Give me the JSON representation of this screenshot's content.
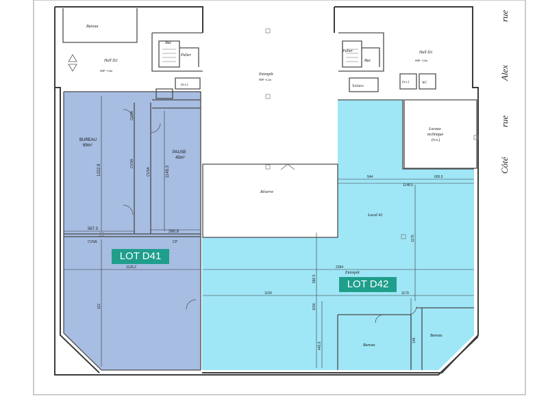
{
  "colors": {
    "lot_d41_fill": "#a7bde2",
    "lot_d42_fill": "#9fe6f7",
    "badge_fill": "#1f9e8c",
    "wall": "#3a3a3a"
  },
  "lots": {
    "d41": {
      "label": "LOT D41"
    },
    "d42": {
      "label": "LOT D42"
    }
  },
  "rooms": {
    "bureau_top": "Bureau",
    "bac_left": "Bac",
    "palier_left": "Palier",
    "hall_d2": "Hall D2",
    "hall_d2_sub": "HSP ~3.6m",
    "ns_left": "(n.s.)",
    "entrepot_top": "Entrepôt",
    "entrepot_top_sub": "HSP ~5.2m",
    "palier_right": "Palier",
    "bac_right": "Bac",
    "hall_d1": "Hall D1",
    "hall_d1_sub": "HSP ~3.6m",
    "toilettes": "Toilettes",
    "ns_right": "(n.s.)",
    "wc": "WC",
    "locaux_line1": "Locaux",
    "locaux_line2": "technique",
    "locaux_line3": "(n.s.)",
    "bureau_d41": "BUREAU",
    "bureau_d41_area": "69m²",
    "pause": "PAUSE",
    "pause_area": "45m²",
    "reserve": "Réserve",
    "local43": "Local 43",
    "entrepot_d42": "Entrepôt",
    "bureau_bottom_left": "Bureau",
    "bureau_bottom_right": "Bureau"
  },
  "dimensions": {
    "d_1222": "1222.8",
    "d_1149": "1149.3",
    "d_567": "567.3",
    "d_390": "390.8",
    "cvsa_1": "CVSA",
    "cvsa_2": "CVSA",
    "cvsa_3": "CVSA",
    "cvsa_4": "CVSA",
    "cp": "CP",
    "d_1126": "1126.2",
    "d_112": "112",
    "d_544": "544",
    "d_1148": "1148.5",
    "d_605": "605.5",
    "d_1176": "1176",
    "d_2284": "2284",
    "d_586": "586.5",
    "d_1109": "1109",
    "d_1179": "1179",
    "d_1156": "1156",
    "d_445": "445.5",
    "d_148": "148"
  },
  "street": {
    "rue1": "rue",
    "alex": "Alex",
    "rue2": "rue",
    "cote": "Côté"
  }
}
